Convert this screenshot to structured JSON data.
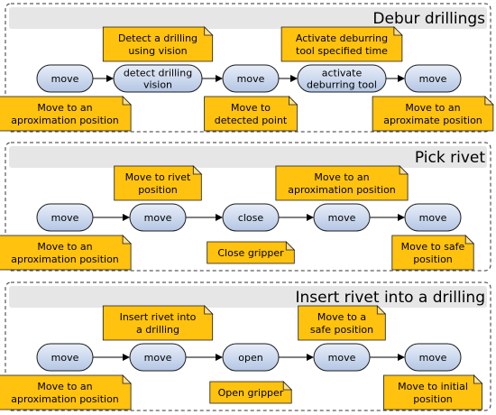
{
  "panels": [
    {
      "title": "Debur drillings",
      "nodes": [
        [
          "move"
        ],
        [
          "detect drilling",
          "vision"
        ],
        [
          "move"
        ],
        [
          "activate",
          "deburring tool"
        ],
        [
          "move"
        ]
      ],
      "notes_top": [
        {
          "node": 1,
          "lines": [
            "Detect a drilling",
            "using vision"
          ]
        },
        {
          "node": 3,
          "lines": [
            "Activate deburring",
            "tool specified time"
          ]
        }
      ],
      "notes_bottom": [
        {
          "node": 0,
          "lines": [
            "Move to an",
            "aproximation position"
          ]
        },
        {
          "node": 2,
          "lines": [
            "Move to",
            "detected point"
          ]
        },
        {
          "node": 4,
          "lines": [
            "Move to an",
            "aproximate position"
          ]
        }
      ]
    },
    {
      "title": "Pick rivet",
      "nodes": [
        [
          "move"
        ],
        [
          "move"
        ],
        [
          "close"
        ],
        [
          "move"
        ],
        [
          "move"
        ]
      ],
      "notes_top": [
        {
          "node": 1,
          "lines": [
            "Move to rivet",
            "position"
          ]
        },
        {
          "node": 3,
          "lines": [
            "Move to an",
            "aproximation position"
          ]
        }
      ],
      "notes_bottom": [
        {
          "node": 0,
          "lines": [
            "Move to an",
            "aproximation position"
          ]
        },
        {
          "node": 2,
          "lines": [
            "Close gripper"
          ]
        },
        {
          "node": 4,
          "lines": [
            "Move to safe",
            "position"
          ]
        }
      ]
    },
    {
      "title": "Insert rivet into a drilling",
      "nodes": [
        [
          "move"
        ],
        [
          "move"
        ],
        [
          "open"
        ],
        [
          "move"
        ],
        [
          "move"
        ]
      ],
      "notes_top": [
        {
          "node": 1,
          "lines": [
            "Insert rivet into",
            "a drilling"
          ]
        },
        {
          "node": 3,
          "lines": [
            "Move to a",
            "safe position"
          ]
        }
      ],
      "notes_bottom": [
        {
          "node": 0,
          "lines": [
            "Move to an",
            "aproximation position"
          ]
        },
        {
          "node": 2,
          "lines": [
            "Open gripper"
          ]
        },
        {
          "node": 4,
          "lines": [
            "Move to initial",
            "position"
          ]
        }
      ]
    }
  ],
  "colors": {
    "node_fill_light": "#e8eef8",
    "node_fill_dark": "#b4c6e4",
    "note_fill": "#ffc20e",
    "header_fill": "#e6e6e6"
  }
}
